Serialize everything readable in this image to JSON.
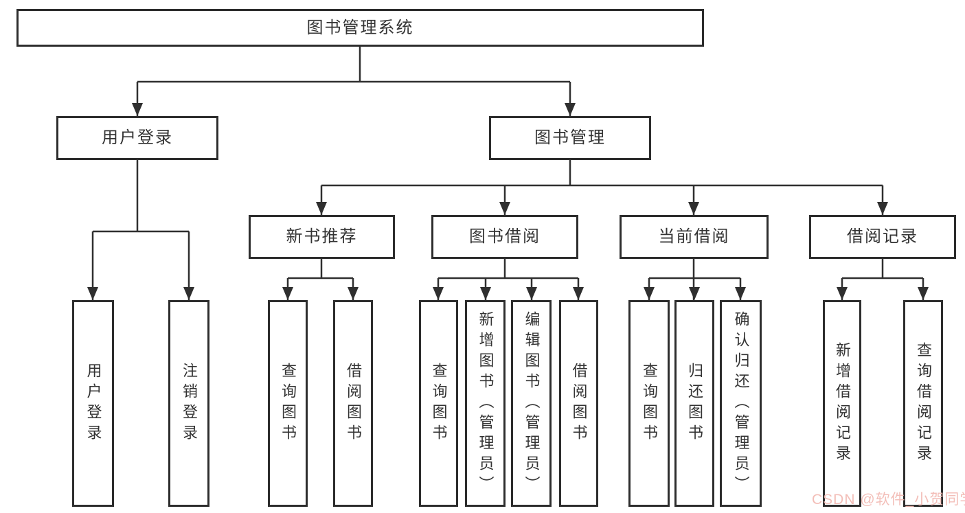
{
  "diagram_type": "hierarchy-tree",
  "colors": {
    "line": "#2f2f2f",
    "box_border": "#2d2d2d",
    "box_fill": "#ffffff",
    "text": "#333333",
    "watermark": "#f2b9b2"
  },
  "tree": {
    "label": "图书管理系统",
    "children": [
      {
        "label": "用户登录",
        "children": [
          {
            "label": "用户登录"
          },
          {
            "label": "注销登录"
          }
        ]
      },
      {
        "label": "图书管理",
        "children": [
          {
            "label": "新书推荐",
            "children": [
              {
                "label": "查询图书"
              },
              {
                "label": "借阅图书"
              }
            ]
          },
          {
            "label": "图书借阅",
            "children": [
              {
                "label": "查询图书"
              },
              {
                "label": "新增图书（管理员）"
              },
              {
                "label": "编辑图书（管理员）"
              },
              {
                "label": "借阅图书"
              }
            ]
          },
          {
            "label": "当前借阅",
            "children": [
              {
                "label": "查询图书"
              },
              {
                "label": "归还图书"
              },
              {
                "label": "确认归还（管理员）"
              }
            ]
          },
          {
            "label": "借阅记录",
            "children": [
              {
                "label": "新增借阅记录"
              },
              {
                "label": "查询借阅记录"
              }
            ]
          }
        ]
      }
    ]
  },
  "watermark": {
    "text": "CSDN @软件_小贺同学"
  }
}
